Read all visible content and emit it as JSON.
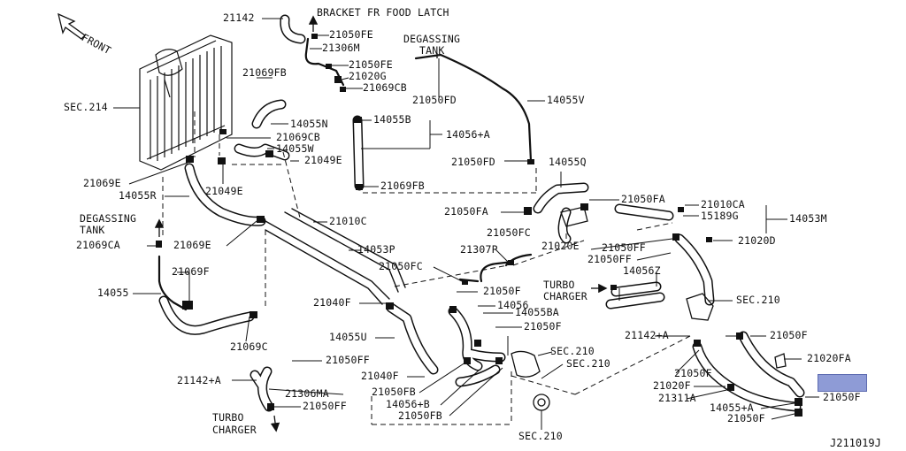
{
  "diagram_id": "J211019J",
  "orientation": {
    "front": "FRONT"
  },
  "highlight_color": "#8e9bd6",
  "line_color": "#111111",
  "labels": {
    "l21142_top": "21142",
    "bracket": "BRACKET FR FOOD LATCH",
    "l21050FE_a": "21050FE",
    "l21306M": "21306M",
    "degassing_top": "DEGASSING",
    "tank_top": "TANK",
    "l21050FE_b": "21050FE",
    "l21020G": "21020G",
    "l21069CB_a": "21069CB",
    "l21069FB_a": "21069FB",
    "l21050FD_a": "21050FD",
    "l14055V": "14055V",
    "sec214": "SEC.214",
    "l14055N": "14055N",
    "l21069CB_b": "21069CB",
    "l14055B": "14055B",
    "l14056A": "14056+A",
    "l14055W": "14055W",
    "l21049E_a": "21049E",
    "l21050FD_b": "21050FD",
    "l14055Q": "14055Q",
    "l21069E_a": "21069E",
    "l14055R": "14055R",
    "l21049E_b": "21049E",
    "l21069FB_b": "21069FB",
    "l21050FA_a": "21050FA",
    "l21010CA": "21010CA",
    "l15189G": "15189G",
    "l14053M": "14053M",
    "degassing_left": "DEGASSING",
    "tank_left": "TANK",
    "l21050FA_b": "21050FA",
    "l21010C": "21010C",
    "l21050FC_a": "21050FC",
    "l21020E": "21020E",
    "l21020D": "21020D",
    "l21069CA": "21069CA",
    "l21069E_b": "21069E",
    "l14053P": "14053P",
    "l21307P": "21307P",
    "l21050FF_a": "21050FF",
    "l21050FF_b": "21050FF",
    "l21069F": "21069F",
    "l21050FC_b": "21050FC",
    "turbo_right": "TURBO",
    "charger_right": "CHARGER",
    "l14056Z": "14056Z",
    "l21050F_a": "21050F",
    "l14055": "14055",
    "sec210_a": "SEC.210",
    "l21040F_a": "21040F",
    "l14056": "14056",
    "l14055BA": "14055BA",
    "l21069C": "21069C",
    "l21050F_b": "21050F",
    "l14055U": "14055U",
    "l21142A_right": "21142+A",
    "l21050F_c": "21050F",
    "sec210_b": "SEC.210",
    "l21050FF_c": "21050FF",
    "sec210_c": "SEC.210",
    "l21020FA": "21020FA",
    "l21040F_b": "21040F",
    "l21142A_left": "21142+A",
    "l21050F_d": "21050F",
    "l21050FB_a": "21050FB",
    "l21020F": "21020F",
    "l21306MA": "21306MA",
    "l14056B": "14056+B",
    "l21311A": "21311A",
    "l21050F_e": "21050F",
    "l21050FF_d": "21050FF",
    "l21050FB_b": "21050FB",
    "l14055A": "14055+A",
    "turbo_bottom": "TURBO",
    "charger_bottom": "CHARGER",
    "l21050F_f": "21050F",
    "sec210_d": "SEC.210"
  }
}
